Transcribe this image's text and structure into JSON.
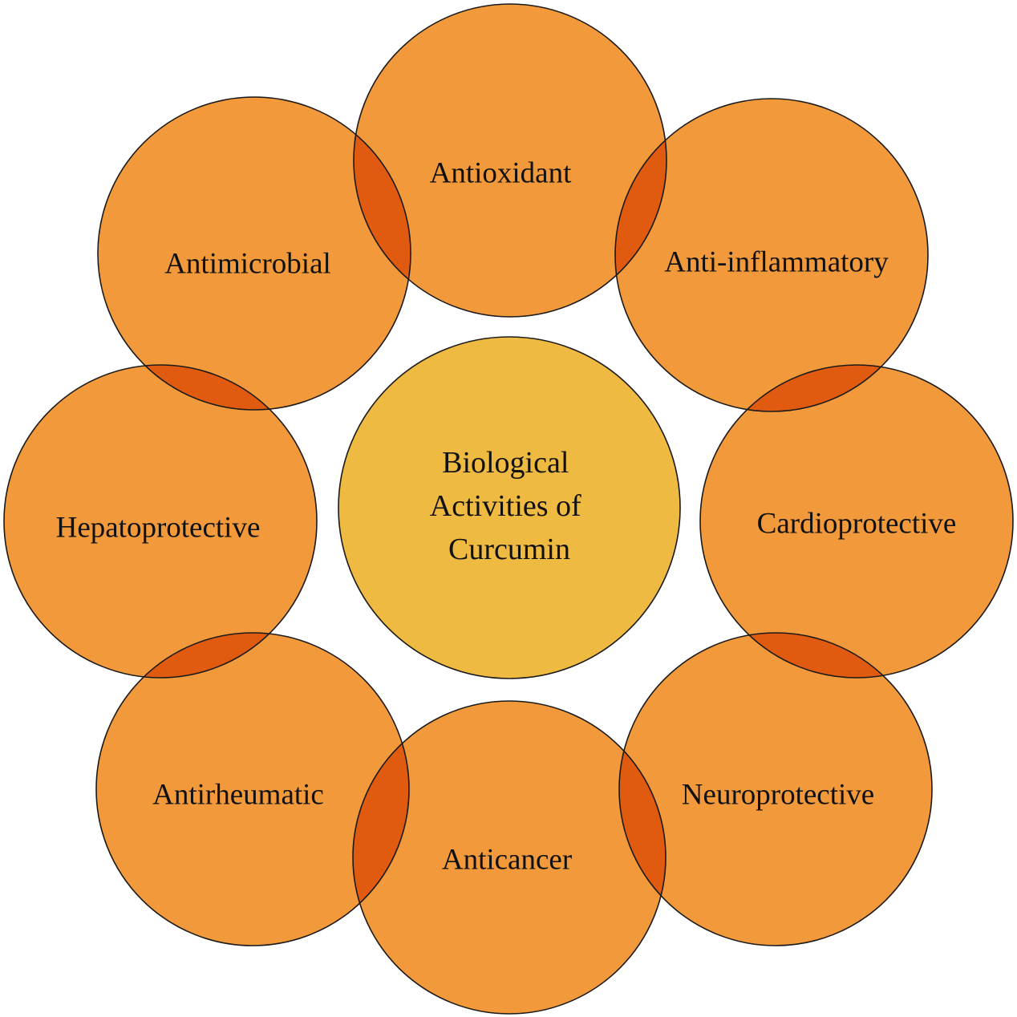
{
  "diagram": {
    "center": {
      "lines": [
        "Biological",
        "Activities of",
        "Curcumin"
      ],
      "fill": "#EFBA41"
    },
    "petal_fill": "#F29A3B",
    "overlap_fill": "#E05A10",
    "petals": [
      {
        "id": "antioxidant",
        "label": "Antioxidant"
      },
      {
        "id": "anti-inflammatory",
        "label": "Anti-inflammatory"
      },
      {
        "id": "cardioprotective",
        "label": "Cardioprotective"
      },
      {
        "id": "neuroprotective",
        "label": "Neuroprotective"
      },
      {
        "id": "anticancer",
        "label": "Anticancer"
      },
      {
        "id": "antirheumatic",
        "label": "Antirheumatic"
      },
      {
        "id": "hepatoprotective",
        "label": "Hepatoprotective"
      },
      {
        "id": "antimicrobial",
        "label": "Antimicrobial"
      }
    ]
  }
}
